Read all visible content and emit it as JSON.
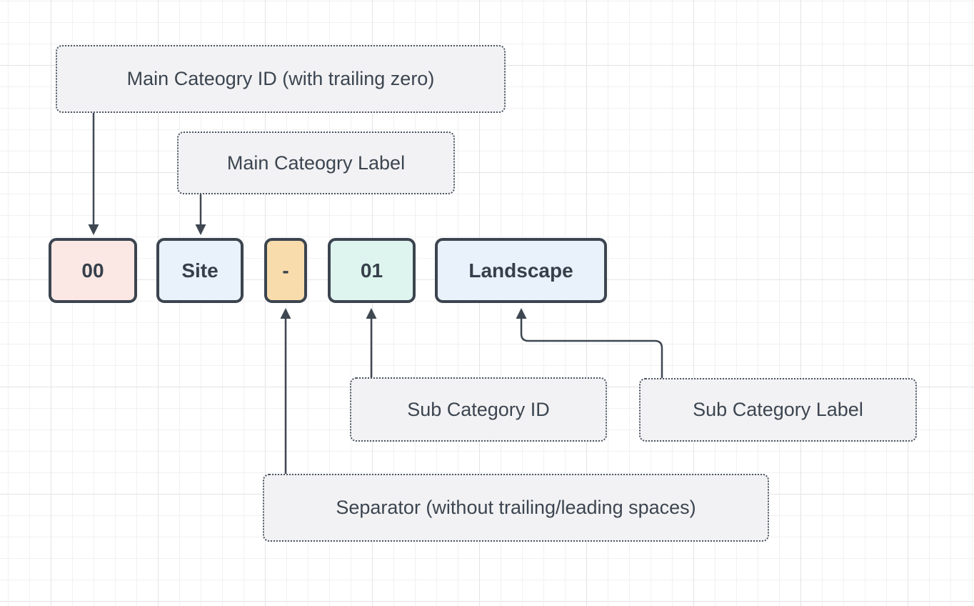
{
  "diagram": {
    "callouts": {
      "main_category_id": {
        "label": "Main Cateogry ID (with trailing zero)"
      },
      "main_category_label": {
        "label": "Main Cateogry Label"
      },
      "sub_category_id": {
        "label": "Sub Category ID"
      },
      "sub_category_label": {
        "label": "Sub Category Label"
      },
      "separator": {
        "label": "Separator (without trailing/leading spaces)"
      }
    },
    "tokens": {
      "main_id": {
        "text": "00",
        "fill": "#fbe7e3"
      },
      "main_label": {
        "text": "Site",
        "fill": "#e9f1fb"
      },
      "separator": {
        "text": "-",
        "fill": "#f8dcab"
      },
      "sub_id": {
        "text": "01",
        "fill": "#def4ee"
      },
      "sub_label": {
        "text": "Landscape",
        "fill": "#e9f1fb"
      }
    },
    "colors": {
      "shape_border": "#3b444f",
      "arrow": "#3f4751",
      "callout_fill": "#f2f2f4",
      "callout_border": "#4a535e",
      "text": "#3c4550",
      "grid_minor": "#f1f1f3",
      "grid_major": "#e4e4e8",
      "background": "#ffffff"
    }
  }
}
